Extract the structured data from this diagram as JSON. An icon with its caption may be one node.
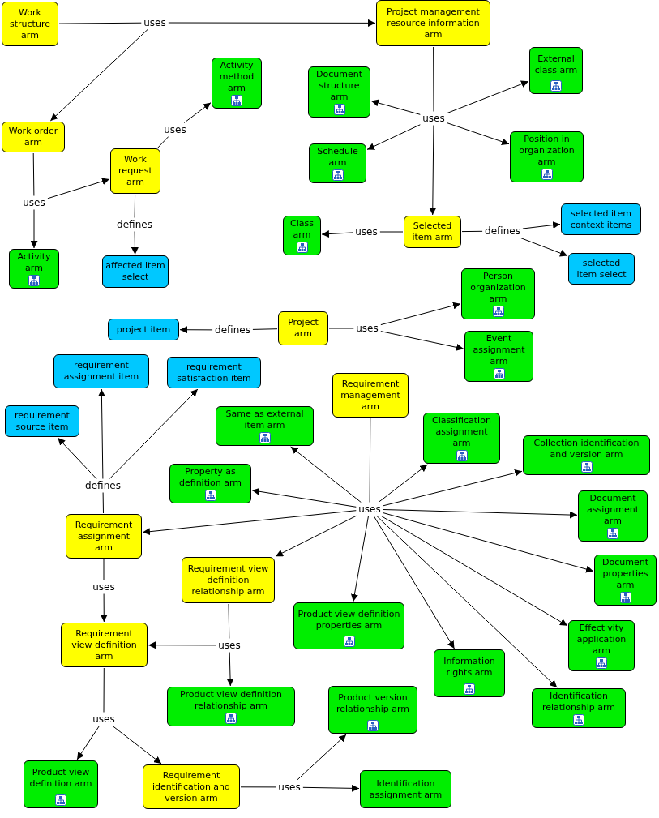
{
  "diagram": {
    "nodes": [
      {
        "text": [
          "Work structure arm"
        ]
      },
      {
        "text": [
          "uses"
        ]
      },
      {
        "text": [
          "Project management resource information arm"
        ]
      },
      {
        "text": [
          "Work order arm"
        ]
      },
      {
        "text": [
          "Activity method arm"
        ]
      },
      {
        "text": [
          "uses"
        ]
      },
      {
        "text": [
          "Work request arm"
        ]
      },
      {
        "text": [
          "uses"
        ]
      },
      {
        "text": [
          "defines"
        ]
      },
      {
        "text": [
          "Activity arm"
        ]
      },
      {
        "text": [
          "affected item select"
        ]
      },
      {
        "text": [
          "Document structure arm"
        ]
      },
      {
        "text": [
          "External class arm"
        ]
      },
      {
        "text": [
          "uses"
        ]
      },
      {
        "text": [
          "Schedule arm"
        ]
      },
      {
        "text": [
          "Position in organization arm"
        ]
      },
      {
        "text": [
          "Class arm"
        ]
      },
      {
        "text": [
          "uses"
        ]
      },
      {
        "text": [
          "Selected item arm"
        ]
      },
      {
        "text": [
          "defines"
        ]
      },
      {
        "text": [
          "selected item context items"
        ]
      },
      {
        "text": [
          "selected item select"
        ]
      },
      {
        "text": [
          "Person organization arm"
        ]
      },
      {
        "text": [
          "project item"
        ]
      },
      {
        "text": [
          "defines"
        ]
      },
      {
        "text": [
          "Project arm"
        ]
      },
      {
        "text": [
          "uses"
        ]
      },
      {
        "text": [
          "Event assignment arm"
        ]
      },
      {
        "text": [
          "requirement assignment item"
        ]
      },
      {
        "text": [
          "requirement satisfaction item"
        ]
      },
      {
        "text": [
          "Requirement management arm"
        ]
      },
      {
        "text": [
          "requirement source item"
        ]
      },
      {
        "text": [
          "Same as external item arm"
        ]
      },
      {
        "text": [
          "Classification assignment arm"
        ]
      },
      {
        "text": [
          "Collection identification and version arm"
        ]
      },
      {
        "text": [
          "Property as definition arm"
        ]
      },
      {
        "text": [
          "defines"
        ]
      },
      {
        "text": [
          "uses"
        ]
      },
      {
        "text": [
          "Document assignment arm"
        ]
      },
      {
        "text": [
          "Requirement assignment arm"
        ]
      },
      {
        "text": [
          "Document properties arm"
        ]
      },
      {
        "text": [
          "Requirement view definition relationship arm"
        ]
      },
      {
        "text": [
          "uses"
        ]
      },
      {
        "text": [
          "Product view definition properties arm"
        ]
      },
      {
        "text": [
          "Effectivity application arm"
        ]
      },
      {
        "text": [
          "Requirement view definition arm"
        ]
      },
      {
        "text": [
          "uses"
        ]
      },
      {
        "text": [
          "Information rights arm"
        ]
      },
      {
        "text": [
          "Identification relationship arm"
        ]
      },
      {
        "text": [
          "Product view definition relationship arm"
        ]
      },
      {
        "text": [
          "uses"
        ]
      },
      {
        "text": [
          "Product version relationship arm"
        ]
      },
      {
        "text": [
          "Product view definition arm"
        ]
      },
      {
        "text": [
          "Requirement identification and version arm"
        ]
      },
      {
        "text": [
          "uses"
        ]
      },
      {
        "text": [
          "Identification assignment arm"
        ]
      }
    ],
    "edges": [
      {
        "from": 0,
        "to": 1,
        "arrow": "none"
      },
      {
        "from": 1,
        "to": 2,
        "arrow": "to"
      },
      {
        "from": 1,
        "to": 3,
        "arrow": "to"
      },
      {
        "from": 3,
        "to": 7,
        "arrow": "none"
      },
      {
        "from": 7,
        "to": 9,
        "arrow": "to"
      },
      {
        "from": 7,
        "to": 6,
        "arrow": "to"
      },
      {
        "from": 6,
        "to": 5,
        "arrow": "none"
      },
      {
        "from": 5,
        "to": 4,
        "arrow": "to"
      },
      {
        "from": 6,
        "to": 8,
        "arrow": "none"
      },
      {
        "from": 8,
        "to": 10,
        "arrow": "to"
      },
      {
        "from": 2,
        "to": 13,
        "arrow": "none"
      },
      {
        "from": 13,
        "to": 11,
        "arrow": "to"
      },
      {
        "from": 13,
        "to": 12,
        "arrow": "to"
      },
      {
        "from": 13,
        "to": 14,
        "arrow": "to"
      },
      {
        "from": 13,
        "to": 15,
        "arrow": "to"
      },
      {
        "from": 13,
        "to": 18,
        "arrow": "to"
      },
      {
        "from": 18,
        "to": 17,
        "arrow": "none"
      },
      {
        "from": 17,
        "to": 16,
        "arrow": "to"
      },
      {
        "from": 18,
        "to": 19,
        "arrow": "none"
      },
      {
        "from": 19,
        "to": 20,
        "arrow": "to"
      },
      {
        "from": 19,
        "to": 21,
        "arrow": "to"
      },
      {
        "from": 25,
        "to": 24,
        "arrow": "none"
      },
      {
        "from": 24,
        "to": 23,
        "arrow": "to"
      },
      {
        "from": 25,
        "to": 26,
        "arrow": "none"
      },
      {
        "from": 26,
        "to": 22,
        "arrow": "to"
      },
      {
        "from": 26,
        "to": 27,
        "arrow": "to"
      },
      {
        "from": 39,
        "to": 36,
        "arrow": "none"
      },
      {
        "from": 36,
        "to": 31,
        "arrow": "to"
      },
      {
        "from": 36,
        "to": 28,
        "arrow": "to"
      },
      {
        "from": 36,
        "to": 29,
        "arrow": "to"
      },
      {
        "from": 30,
        "to": 37,
        "arrow": "none"
      },
      {
        "from": 37,
        "to": 32,
        "arrow": "to"
      },
      {
        "from": 37,
        "to": 33,
        "arrow": "to"
      },
      {
        "from": 37,
        "to": 34,
        "arrow": "to"
      },
      {
        "from": 37,
        "to": 35,
        "arrow": "to"
      },
      {
        "from": 37,
        "to": 38,
        "arrow": "to"
      },
      {
        "from": 37,
        "to": 39,
        "arrow": "to"
      },
      {
        "from": 37,
        "to": 40,
        "arrow": "to"
      },
      {
        "from": 37,
        "to": 41,
        "arrow": "to"
      },
      {
        "from": 37,
        "to": 43,
        "arrow": "to"
      },
      {
        "from": 37,
        "to": 44,
        "arrow": "to"
      },
      {
        "from": 37,
        "to": 47,
        "arrow": "to"
      },
      {
        "from": 37,
        "to": 48,
        "arrow": "to"
      },
      {
        "from": 39,
        "to": 42,
        "arrow": "none"
      },
      {
        "from": 42,
        "to": 45,
        "arrow": "to"
      },
      {
        "from": 41,
        "to": 46,
        "arrow": "none"
      },
      {
        "from": 46,
        "to": 45,
        "arrow": "to"
      },
      {
        "from": 46,
        "to": 49,
        "arrow": "to"
      },
      {
        "from": 45,
        "to": 50,
        "arrow": "none"
      },
      {
        "from": 50,
        "to": 52,
        "arrow": "to"
      },
      {
        "from": 50,
        "to": 53,
        "arrow": "to"
      },
      {
        "from": 53,
        "to": 54,
        "arrow": "none"
      },
      {
        "from": 54,
        "to": 51,
        "arrow": "to"
      },
      {
        "from": 54,
        "to": 55,
        "arrow": "to"
      }
    ]
  }
}
